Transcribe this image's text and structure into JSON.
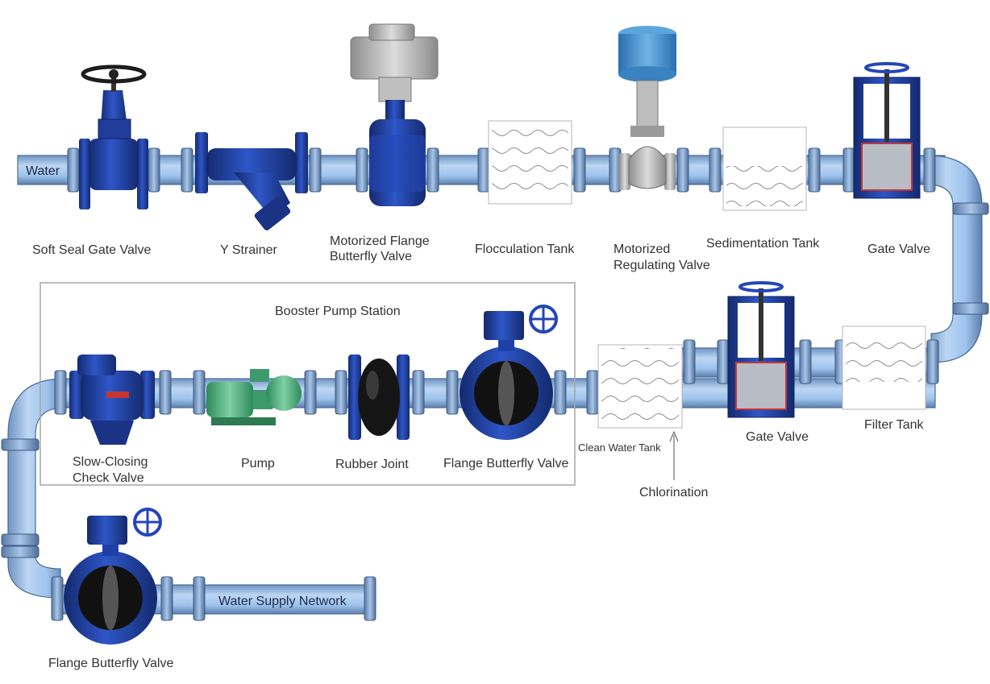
{
  "diagram": {
    "inlet_label": "Water",
    "outlet_label": "Water Supply Network",
    "station_label": "Booster Pump Station",
    "annotation": "Chlorination",
    "colors": {
      "pipe_fill": "#9ec3ec",
      "pipe_stroke": "#4a6d96",
      "valve_blue": "#1f3fa8",
      "valve_dark": "#142a6e",
      "pump_green": "#4fae7e",
      "actuator_grey": "#c8c8c8",
      "actuator_blue": "#4b97d4",
      "tank_stroke": "#b5b5b5",
      "wave_color": "#8a8a8a"
    },
    "components": [
      {
        "id": "soft-seal-gate-valve",
        "label_lines": [
          "Soft Seal Gate Valve"
        ]
      },
      {
        "id": "y-strainer",
        "label_lines": [
          "Y Strainer"
        ]
      },
      {
        "id": "motorized-flange-butterfly-valve",
        "label_lines": [
          "Motorized Flange",
          "Butterfly Valve"
        ]
      },
      {
        "id": "flocculation-tank",
        "label_lines": [
          "Flocculation Tank"
        ]
      },
      {
        "id": "motorized-regulating-valve",
        "label_lines": [
          "Motorized",
          "Regulating Valve"
        ]
      },
      {
        "id": "sedimentation-tank",
        "label_lines": [
          "Sedimentation Tank"
        ]
      },
      {
        "id": "gate-valve-top",
        "label_lines": [
          "Gate Valve"
        ]
      },
      {
        "id": "filter-tank",
        "label_lines": [
          "Filter Tank"
        ]
      },
      {
        "id": "gate-valve-middle",
        "label_lines": [
          "Gate Valve"
        ]
      },
      {
        "id": "clean-water-tank",
        "label_lines": [
          "Clean Water Tank"
        ]
      },
      {
        "id": "flange-butterfly-valve-station",
        "label_lines": [
          "Flange Butterfly Valve"
        ]
      },
      {
        "id": "rubber-joint",
        "label_lines": [
          "Rubber Joint"
        ]
      },
      {
        "id": "pump",
        "label_lines": [
          "Pump"
        ]
      },
      {
        "id": "slow-closing-check-valve",
        "label_lines": [
          "Slow-Closing",
          "Check Valve"
        ]
      },
      {
        "id": "flange-butterfly-valve-outlet",
        "label_lines": [
          "Flange Butterfly Valve"
        ]
      }
    ]
  }
}
